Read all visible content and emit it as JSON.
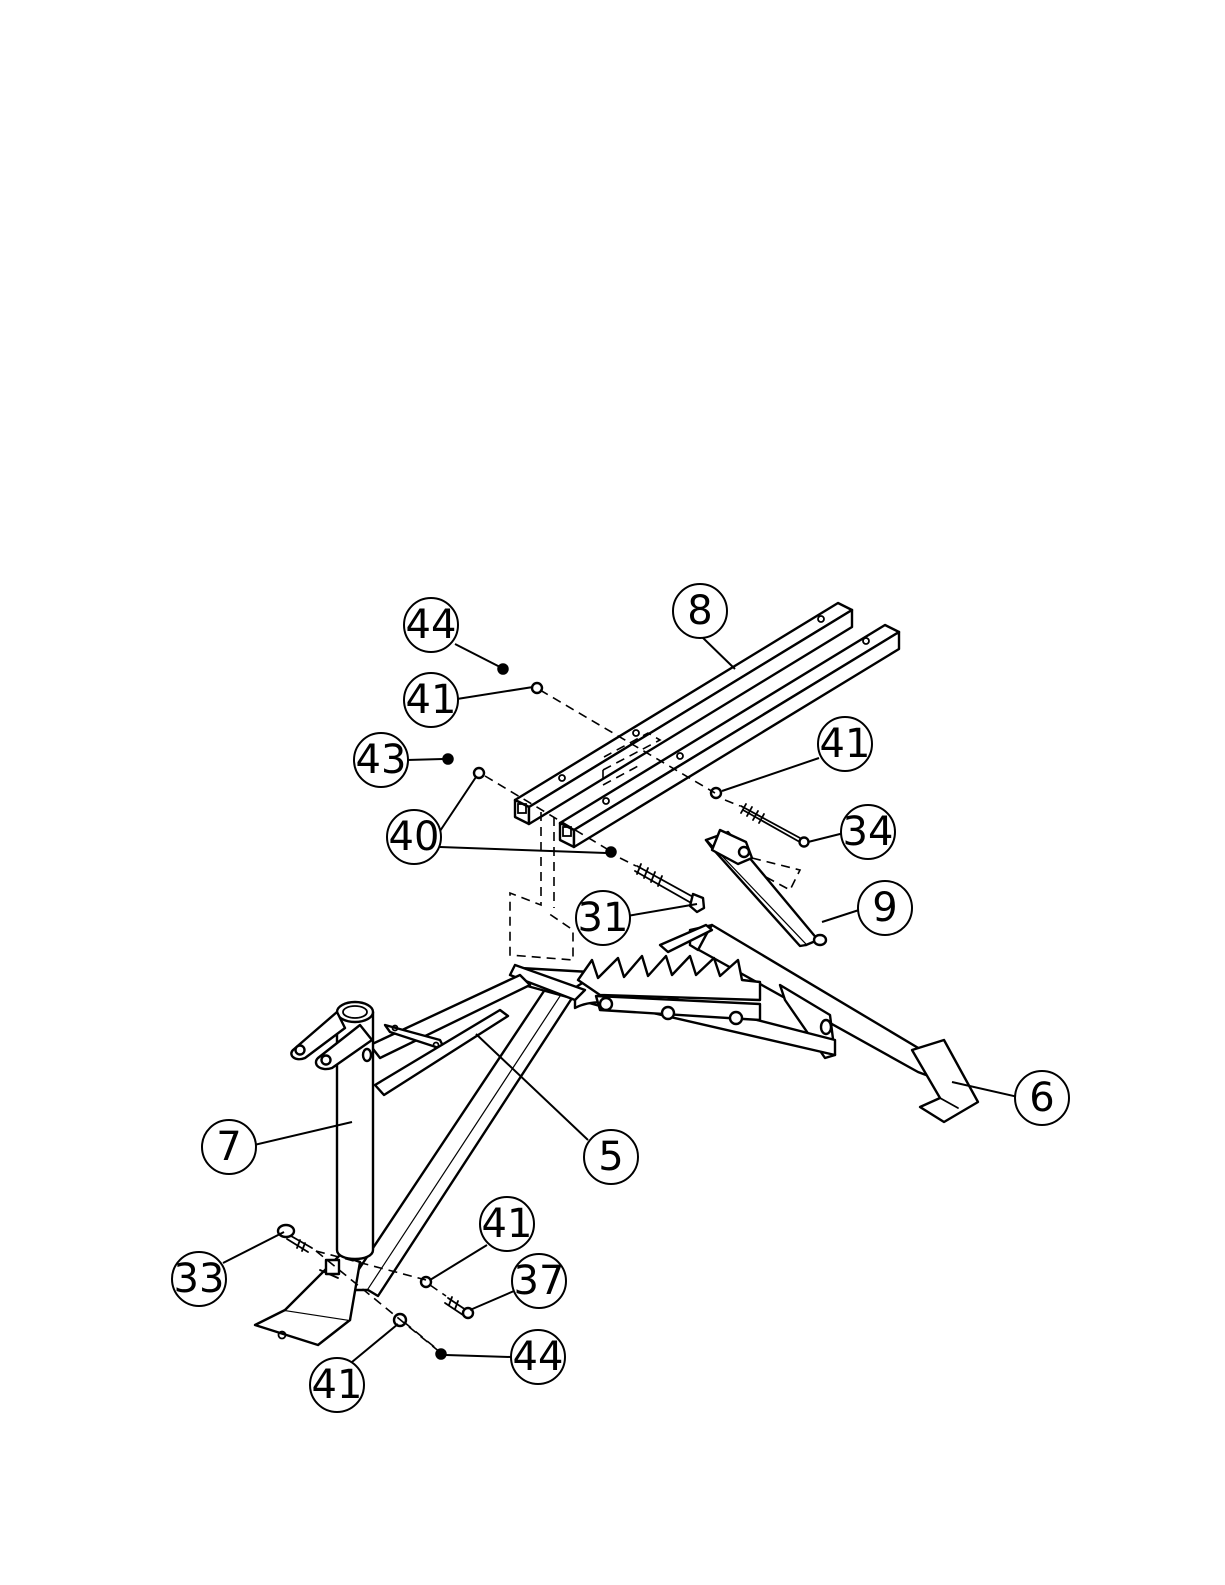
{
  "diagram": {
    "callouts": [
      {
        "id": "c44a",
        "label": "44"
      },
      {
        "id": "c8",
        "label": "8"
      },
      {
        "id": "c41a",
        "label": "41"
      },
      {
        "id": "c43",
        "label": "43"
      },
      {
        "id": "c41b",
        "label": "41"
      },
      {
        "id": "c34",
        "label": "34"
      },
      {
        "id": "c40",
        "label": "40"
      },
      {
        "id": "c31",
        "label": "31"
      },
      {
        "id": "c9",
        "label": "9"
      },
      {
        "id": "c6",
        "label": "6"
      },
      {
        "id": "c7",
        "label": "7"
      },
      {
        "id": "c5",
        "label": "5"
      },
      {
        "id": "c41c",
        "label": "41"
      },
      {
        "id": "c37",
        "label": "37"
      },
      {
        "id": "c33",
        "label": "33"
      },
      {
        "id": "c44b",
        "label": "44"
      },
      {
        "id": "c41d",
        "label": "41"
      }
    ]
  }
}
